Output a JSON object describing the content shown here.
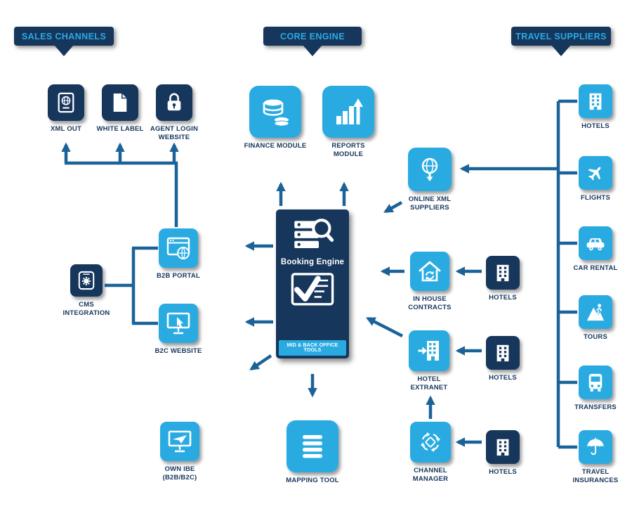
{
  "colors": {
    "navy": "#16365c",
    "bright_blue": "#29abe2",
    "arrow_blue": "#1b6298",
    "background": "#ffffff",
    "label_text": "#16365c",
    "header_text": "#29abe2"
  },
  "headers": {
    "sales": "SALES CHANNELS",
    "core": "CORE ENGINE",
    "suppliers": "TRAVEL SUPPLIERS"
  },
  "sales": {
    "xml_out": "XML OUT",
    "white_label": "WHITE LABEL",
    "agent_login": "AGENT LOGIN WEBSITE",
    "b2b_portal": "B2B PORTAL",
    "cms_integration": "CMS INTEGRATION",
    "b2c_website": "B2C WEBSITE",
    "own_ibe": "OWN IBE (B2B/B2C)"
  },
  "core": {
    "finance_module": "FINANCE MODULE",
    "reports_module": "REPORTS MODULE",
    "booking_engine": "Booking Engine",
    "mid_back_office": "MID & BACK OFFICE TOOLS",
    "mapping_tool": "MAPPING TOOL"
  },
  "middle": {
    "online_xml_suppliers": "ONLINE XML SUPPLIERS",
    "in_house_contracts": "IN HOUSE CONTRACTS",
    "hotel_extranet": "HOTEL EXTRANET",
    "channel_manager": "CHANNEL MANAGER",
    "hotels": "HOTELS"
  },
  "suppliers": {
    "hotels": "HOTELS",
    "flights": "FLIGHTS",
    "car_rental": "CAR RENTAL",
    "tours": "TOURS",
    "transfers": "TRANSFERS",
    "travel_insurances": "TRAVEL INSURANCES"
  },
  "icons": {
    "xml_out": "passport-globe-icon",
    "white_label": "document-icon",
    "agent_login": "lock-icon",
    "finance_module": "database-coins-icon",
    "reports_module": "bar-chart-icon",
    "booking_engine_top": "server-search-icon",
    "booking_engine_bottom": "checklist-icon",
    "online_xml_suppliers": "globe-download-icon",
    "in_house_contracts": "house-sync-icon",
    "hotel_extranet": "building-login-icon",
    "channel_manager": "channel-hub-icon",
    "hotels": "building-icon",
    "b2b_portal": "browser-globe-icon",
    "b2c_website": "monitor-cursor-icon",
    "cms_integration": "device-gear-icon",
    "own_ibe": "monitor-plane-icon",
    "mapping_tool": "list-icon",
    "flights": "airplane-icon",
    "car_rental": "car-icon",
    "tours": "hiker-icon",
    "transfers": "bus-icon",
    "travel_insurances": "umbrella-icon"
  }
}
